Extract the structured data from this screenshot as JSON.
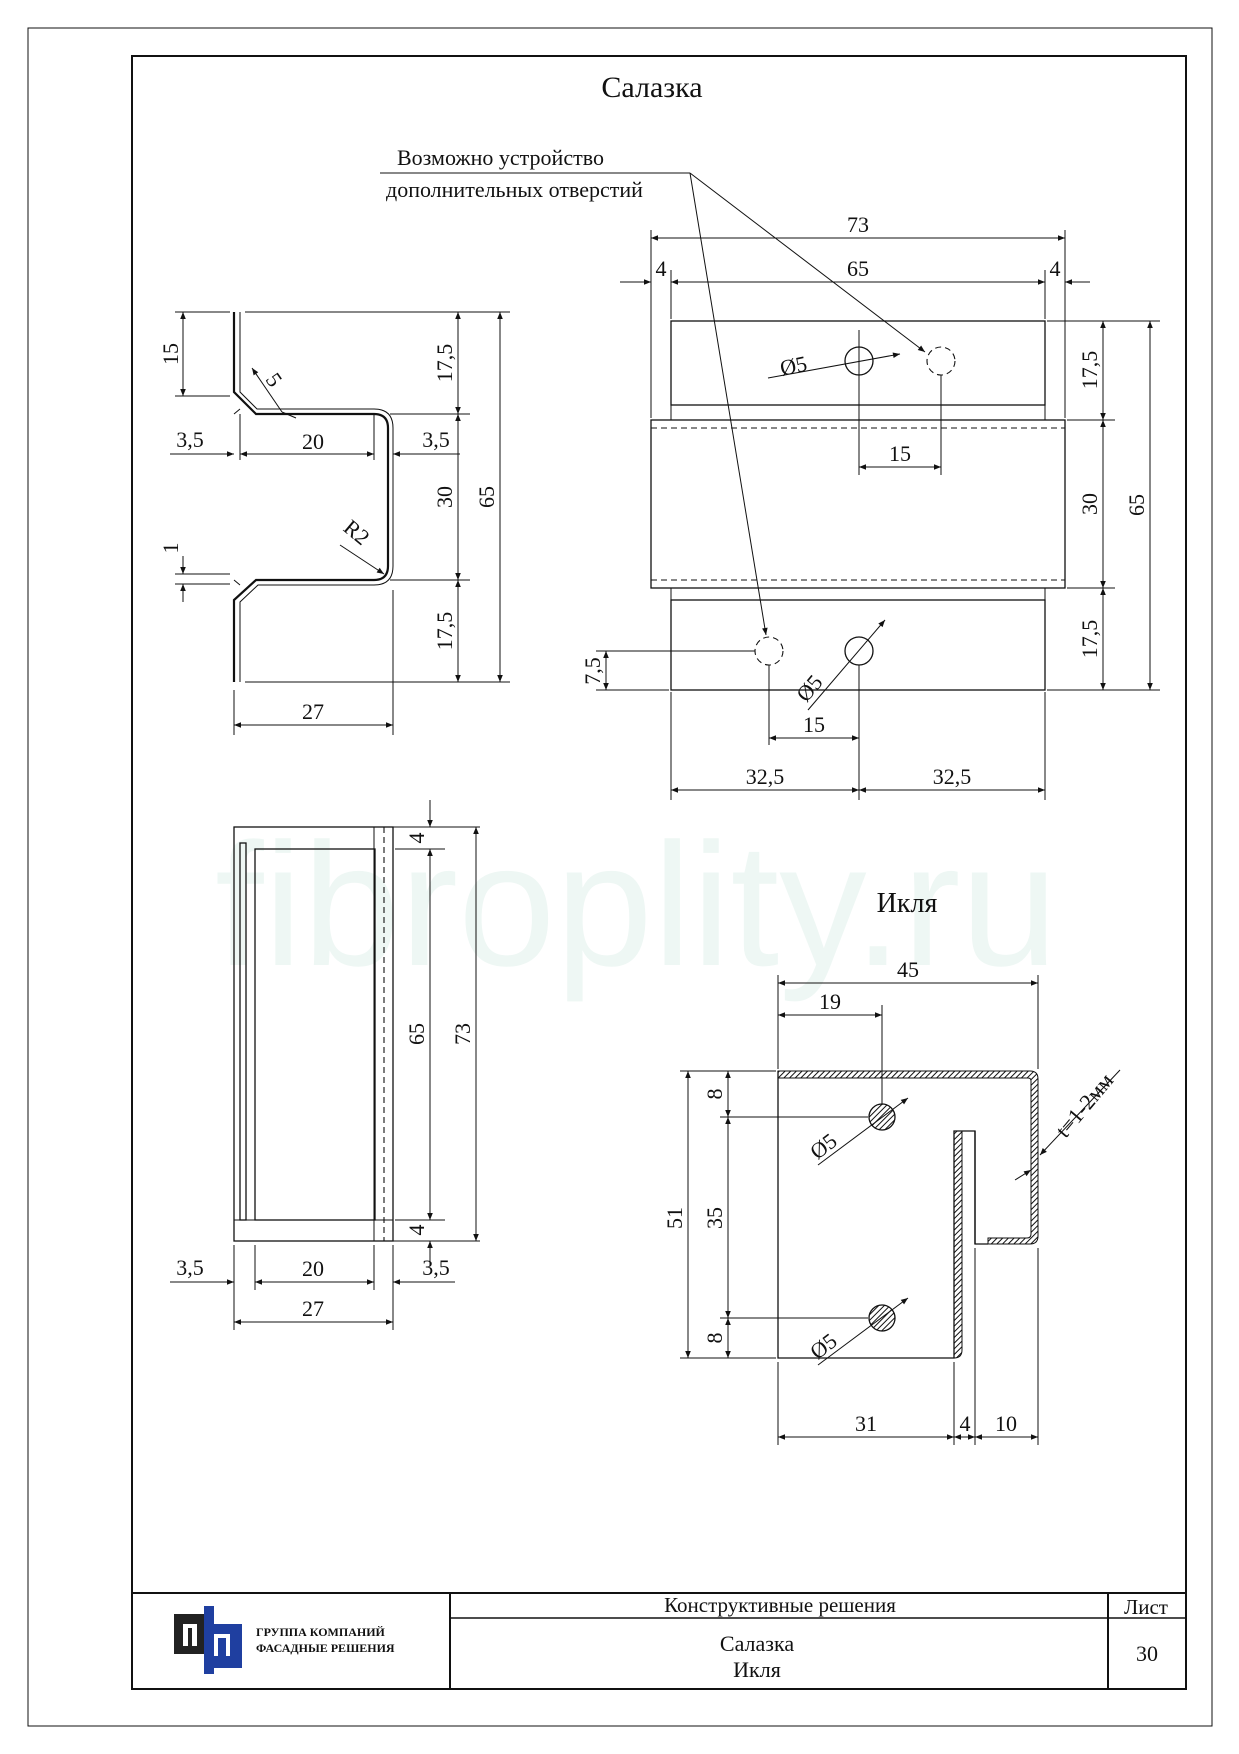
{
  "sheet": {
    "title": "Салазка",
    "watermark": "fibroplity.ru",
    "callout": {
      "line1": "Возможно устройство",
      "line2": "дополнительных отверстий"
    }
  },
  "views": {
    "salazka_side": {
      "dims": {
        "top_flange": "15",
        "bend": "5",
        "left_out_3_5": "3,5",
        "inner_20": "20",
        "right_out_3_5": "3,5",
        "thickness_1": "1",
        "radius": "R2",
        "h_17_5_top": "17,5",
        "h_30": "30",
        "h_17_5_bot": "17,5",
        "h_65": "65",
        "w_27": "27"
      }
    },
    "salazka_front": {
      "dims": {
        "w_73": "73",
        "left_4": "4",
        "w_65": "65",
        "right_4": "4",
        "hole_d_top": "Ø5",
        "hole_spacing_top": "15",
        "h_17_5_top": "17,5",
        "h_30": "30",
        "h_65": "65",
        "h_17_5_bot": "17,5",
        "h_7_5": "7,5",
        "hole_d_bot": "Ø5",
        "hole_spacing_bot": "15",
        "half_left": "32,5",
        "half_right": "32,5"
      }
    },
    "salazka_top": {
      "dims": {
        "top_4": "4",
        "h_65": "65",
        "h_73": "73",
        "bot_4": "4",
        "left_3_5": "3,5",
        "inner_20": "20",
        "right_3_5": "3,5",
        "w_27": "27"
      }
    },
    "iklya": {
      "title": "Икля",
      "dims": {
        "w_45": "45",
        "w_19": "19",
        "thickness": "t=1-2мм",
        "h_8_top": "8",
        "hole_d_top": "Ø5",
        "h_51": "51",
        "h_35": "35",
        "h_8_bot": "8",
        "hole_d_bot": "Ø5",
        "w_31": "31",
        "w_4": "4",
        "w_10": "10"
      }
    }
  },
  "title_block": {
    "company_line1": "ГРУППА КОМПАНИЙ",
    "company_line2": "ФАСАДНЫЕ РЕШЕНИЯ",
    "section": "Конструктивные решения",
    "sheet_label": "Лист",
    "drawing_line1": "Салазка",
    "drawing_line2": "Икля",
    "sheet_number": "30"
  },
  "colors": {
    "logo_blue": "#1f3fa0",
    "logo_dark": "#222222",
    "watermark": "#eef7f4"
  }
}
